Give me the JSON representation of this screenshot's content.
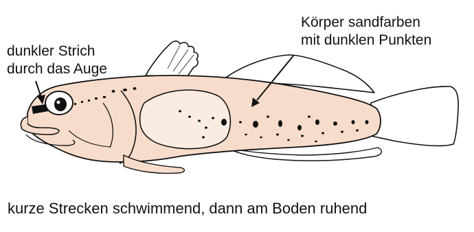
{
  "labels": {
    "eye_stripe": {
      "line1": "dunkler Strich",
      "line2": "durch das Auge"
    },
    "body_color": {
      "line1": "Körper sandfarben",
      "line2": "mit dunklen Punkten"
    }
  },
  "caption": "kurze Strecken schwimmend, dann am Boden ruhend",
  "colors": {
    "body": "#f8dccb",
    "belly_patch": "#fbece2",
    "fins": "#ffffff",
    "outline": "#111111",
    "spots": "#111111"
  }
}
